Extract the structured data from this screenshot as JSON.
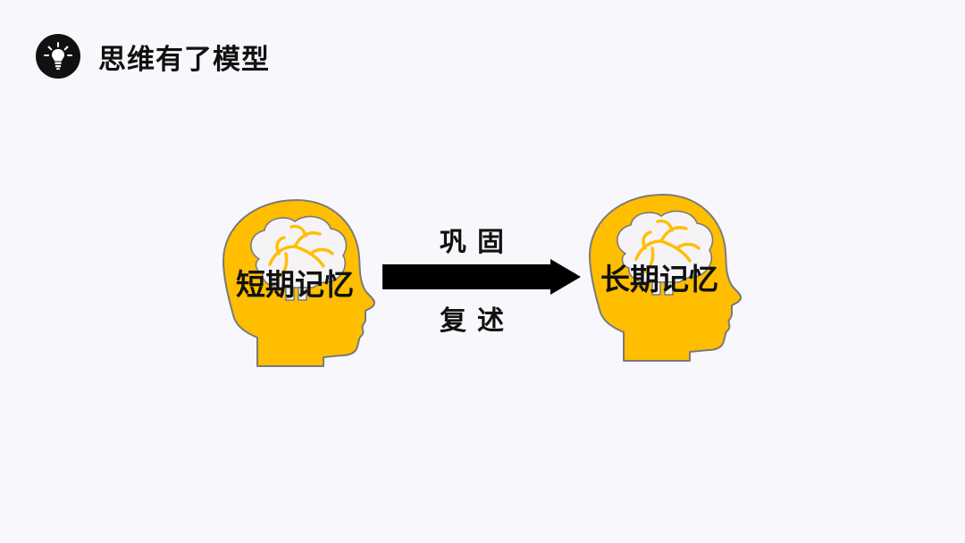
{
  "header": {
    "title": "思维有了模型",
    "icon": "lightbulb-icon"
  },
  "diagram": {
    "source_node": {
      "label": "短期记忆",
      "icon": "head-brain-icon"
    },
    "target_node": {
      "label": "长期记忆",
      "icon": "head-brain-icon"
    },
    "edge": {
      "label_top": "巩固",
      "label_bottom": "复述",
      "icon": "right-arrow-icon"
    }
  },
  "colors": {
    "background": "#f8f7fb",
    "head_fill": "#ffbe00",
    "head_outline": "#7a7a7a",
    "brain_fill": "#f5f3f6",
    "brain_vein": "#ffbe00",
    "arrow": "#000000",
    "text": "#111111"
  }
}
